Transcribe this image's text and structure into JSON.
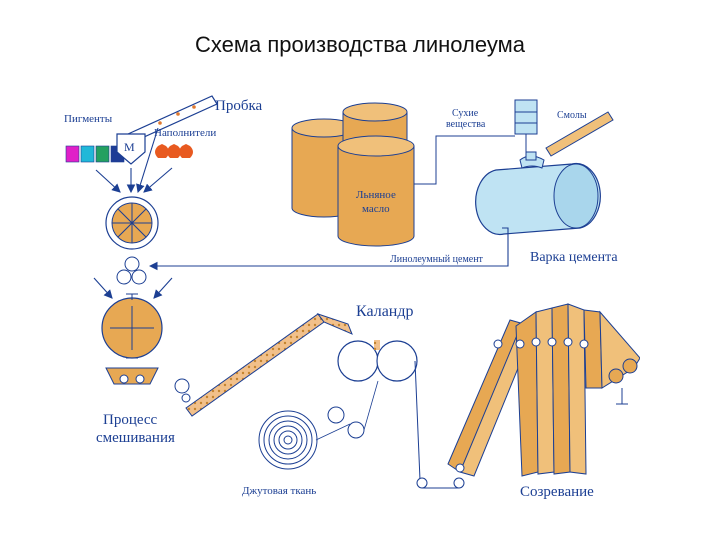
{
  "title": "Схема производства линолеума",
  "labels": {
    "cork": "Пробка",
    "pigments": "Пигменты",
    "fillers": "Наполнители",
    "mixer": "М",
    "dry_matter_1": "Сухие",
    "dry_matter_2": "вещества",
    "resins": "Смолы",
    "linseed_oil_1": "Льняное",
    "linseed_oil_2": "масло",
    "cement_cooking": "Варка цемента",
    "linoleum_cement": "Линолеумный цемент",
    "calender": "Каландр",
    "mixing_process_1": "Процесс",
    "mixing_process_2": "смешивания",
    "jute_fabric": "Джутовая ткань",
    "maturation": "Созревание"
  },
  "colors": {
    "tan": "#e7a853",
    "tan_dark": "#c4832e",
    "blue_tank": "#bfe3f3",
    "label_blue": "#1c3f93",
    "pigment_colors": [
      "#e020c8",
      "#20b8d8",
      "#24a060",
      "#1e3c96"
    ],
    "filler_bags": "#e85a20"
  }
}
